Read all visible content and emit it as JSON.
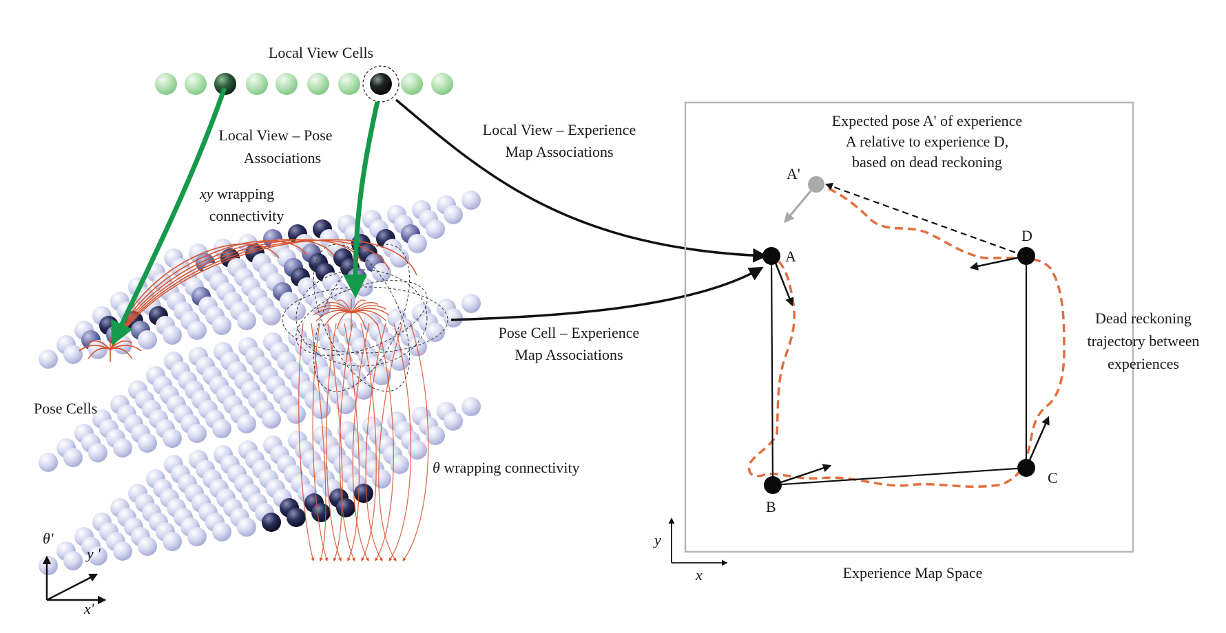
{
  "labels": {
    "local_view_cells": "Local View Cells",
    "lv_pose_1": "Local View – Pose",
    "lv_pose_2": "Associations",
    "lv_exp_1": "Local View – Experience",
    "lv_exp_2": "Map Associations",
    "xy_wrap_1": "xy",
    "xy_wrap_1b": " wrapping",
    "xy_wrap_2": "connectivity",
    "pose_cells": "Pose Cells",
    "pc_exp_1": "Pose Cell – Experience",
    "pc_exp_2": "Map Associations",
    "theta_sym": "θ",
    "theta_wrap": " wrapping connectivity",
    "axis_theta": "θ'",
    "axis_y": "y '",
    "axis_x": "x'",
    "expected_1": "Expected pose A' of experience",
    "expected_2": "A relative to experience D,",
    "expected_3": "based on dead reckoning",
    "dead_1": "Dead reckoning",
    "dead_2": "trajectory between",
    "dead_3": "experiences",
    "map_space": "Experience Map Space",
    "map_axis_x": "x",
    "map_axis_y": "y",
    "node_a_prime": "A'",
    "node_a": "A",
    "node_b": "B",
    "node_c": "C",
    "node_d": "D"
  },
  "colors": {
    "green_arrow": "#159a4c",
    "red_connect": "#d9542e",
    "dashed_traj": "#e07040",
    "cell_light": "#c9cde8",
    "cell_active": "#262a52",
    "lv_cell": "#9fd6a2",
    "lv_active": "#1e4d2f",
    "frame": "#b8b8b8"
  }
}
